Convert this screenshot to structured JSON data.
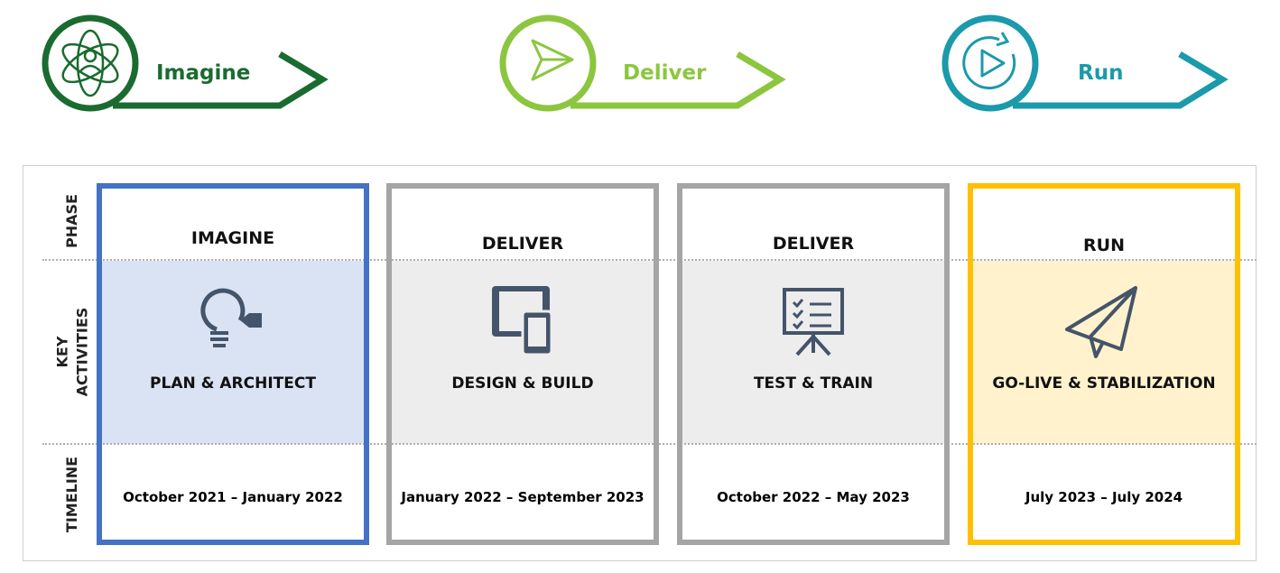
{
  "header": [
    {
      "label": "Imagine",
      "color": "#1a6b30",
      "icon": "atom-person-icon"
    },
    {
      "label": "Deliver",
      "color": "#8cc63f",
      "icon": "paper-plane-icon"
    },
    {
      "label": "Run",
      "color": "#1a9aaa",
      "icon": "play-cycle-icon"
    }
  ],
  "row_labels": {
    "phase": "PHASE",
    "key_activities_1": "KEY",
    "key_activities_2": "ACTIVITIES",
    "timeline": "TIMELINE"
  },
  "columns": [
    {
      "phase": "IMAGINE",
      "activity": "PLAN & ARCHITECT",
      "timeline": "October 2021 – January 2022",
      "border": "#4472c4",
      "fill": "#dae3f3",
      "icon": "lightbulb-tag-icon"
    },
    {
      "phase": "DELIVER",
      "activity": "DESIGN & BUILD",
      "timeline": "January 2022 – September 2023",
      "border": "#a5a5a5",
      "fill": "#ededed",
      "icon": "tablet-phone-icon"
    },
    {
      "phase": "DELIVER",
      "activity": "TEST & TRAIN",
      "timeline": "October 2022 – May 2023",
      "border": "#a5a5a5",
      "fill": "#ededed",
      "icon": "presentation-board-icon"
    },
    {
      "phase": "RUN",
      "activity": "GO-LIVE & STABILIZATION",
      "timeline": "July 2023 – July 2024",
      "border": "#ffc000",
      "fill": "#fff2cc",
      "icon": "paper-plane-icon"
    }
  ]
}
